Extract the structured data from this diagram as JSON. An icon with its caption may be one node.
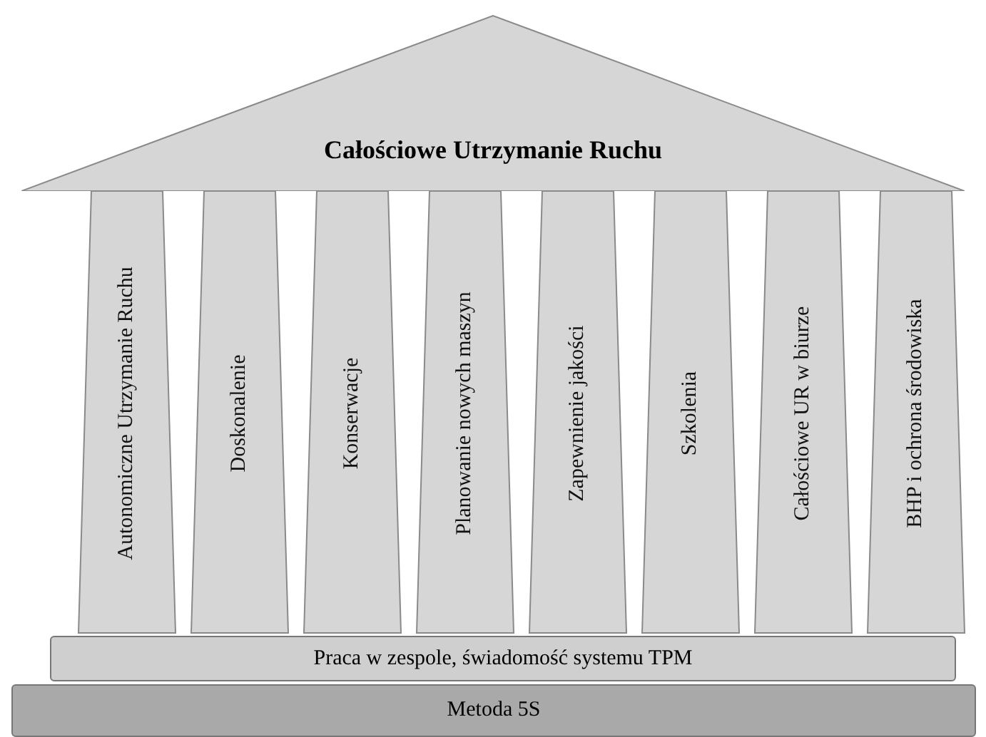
{
  "diagram": {
    "nodes": [
      {
        "text": [
          "Całościowe Utrzymanie Ruchu"
        ]
      },
      {
        "text": [
          "Autonomiczne Utrzymanie Ruchu"
        ]
      },
      {
        "text": [
          "Doskonalenie"
        ]
      },
      {
        "text": [
          "Konserwacje"
        ]
      },
      {
        "text": [
          "Planowanie nowych maszyn"
        ]
      },
      {
        "text": [
          "Zapewnienie jakości"
        ]
      },
      {
        "text": [
          "Szkolenia"
        ]
      },
      {
        "text": [
          "Całościowe UR w biurze"
        ]
      },
      {
        "text": [
          "BHP i ochrona środowiska"
        ]
      },
      {
        "text": [
          "Praca w zespole, świadomość systemu TPM"
        ]
      },
      {
        "text": [
          "Metoda 5S"
        ]
      }
    ],
    "edges": []
  }
}
